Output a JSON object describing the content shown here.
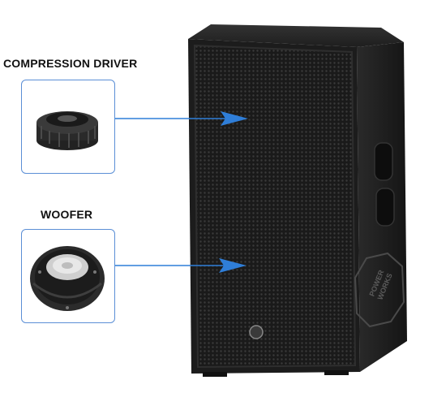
{
  "labels": {
    "compression_driver": "COMPRESSION DRIVER",
    "woofer": "WOOFER"
  },
  "speaker": {
    "brand_line1": "POWER",
    "brand_line2": "WORKS"
  },
  "colors": {
    "arrow": "#2f7ed8",
    "frame": "#5b8fd6",
    "cabinet": "#1b1b1b"
  },
  "icons": {
    "compression_driver": "compression-driver-icon",
    "woofer": "woofer-icon"
  }
}
